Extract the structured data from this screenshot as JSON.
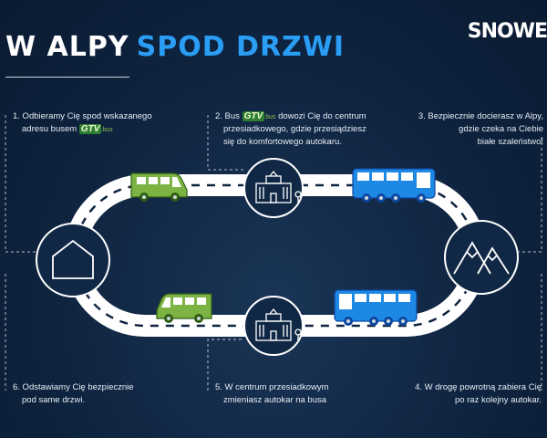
{
  "header": {
    "title_part1": "W ALPY",
    "title_part2": "SPOD DRZWI",
    "logo": "SNOWE"
  },
  "brand": {
    "gtv_logo": "GTV",
    "gtv_sub": "bus"
  },
  "colors": {
    "background": "#0f2440",
    "accent_blue": "#2a9df4",
    "bus_blue": "#1e88e5",
    "van_green": "#7cb342",
    "road": "#ffffff"
  },
  "steps": [
    {
      "line1": "1. Odbieramy Cię spod wskazanego",
      "line2": "adresu busem"
    },
    {
      "line1_pre": "2. Bus",
      "line1_post": "dowozi Cię do centrum",
      "line2": "przesiadkowego, gdzie przesiądziesz",
      "line3": "się do komfortowego autokaru."
    },
    {
      "line1": "3. Bezpiecznie docierasz w Alpy,",
      "line2": "gdzie czeka na Ciebie",
      "line3": "białe szaleństwo!"
    },
    {
      "line1": "4. W drogę powrotną zabiera Cię",
      "line2": "po raz kolejny autokar."
    },
    {
      "line1": "5. W centrum przesiadkowym",
      "line2": "zmieniasz autokar na busa"
    },
    {
      "line1": "6. Odstawiamy Cię bezpiecznie",
      "line2": "pod same drzwi."
    }
  ],
  "icons": {
    "home": "home-icon",
    "station": "station-building-icon",
    "mountains": "mountains-icon",
    "bus": "coach-bus-icon",
    "van": "minibus-icon"
  }
}
